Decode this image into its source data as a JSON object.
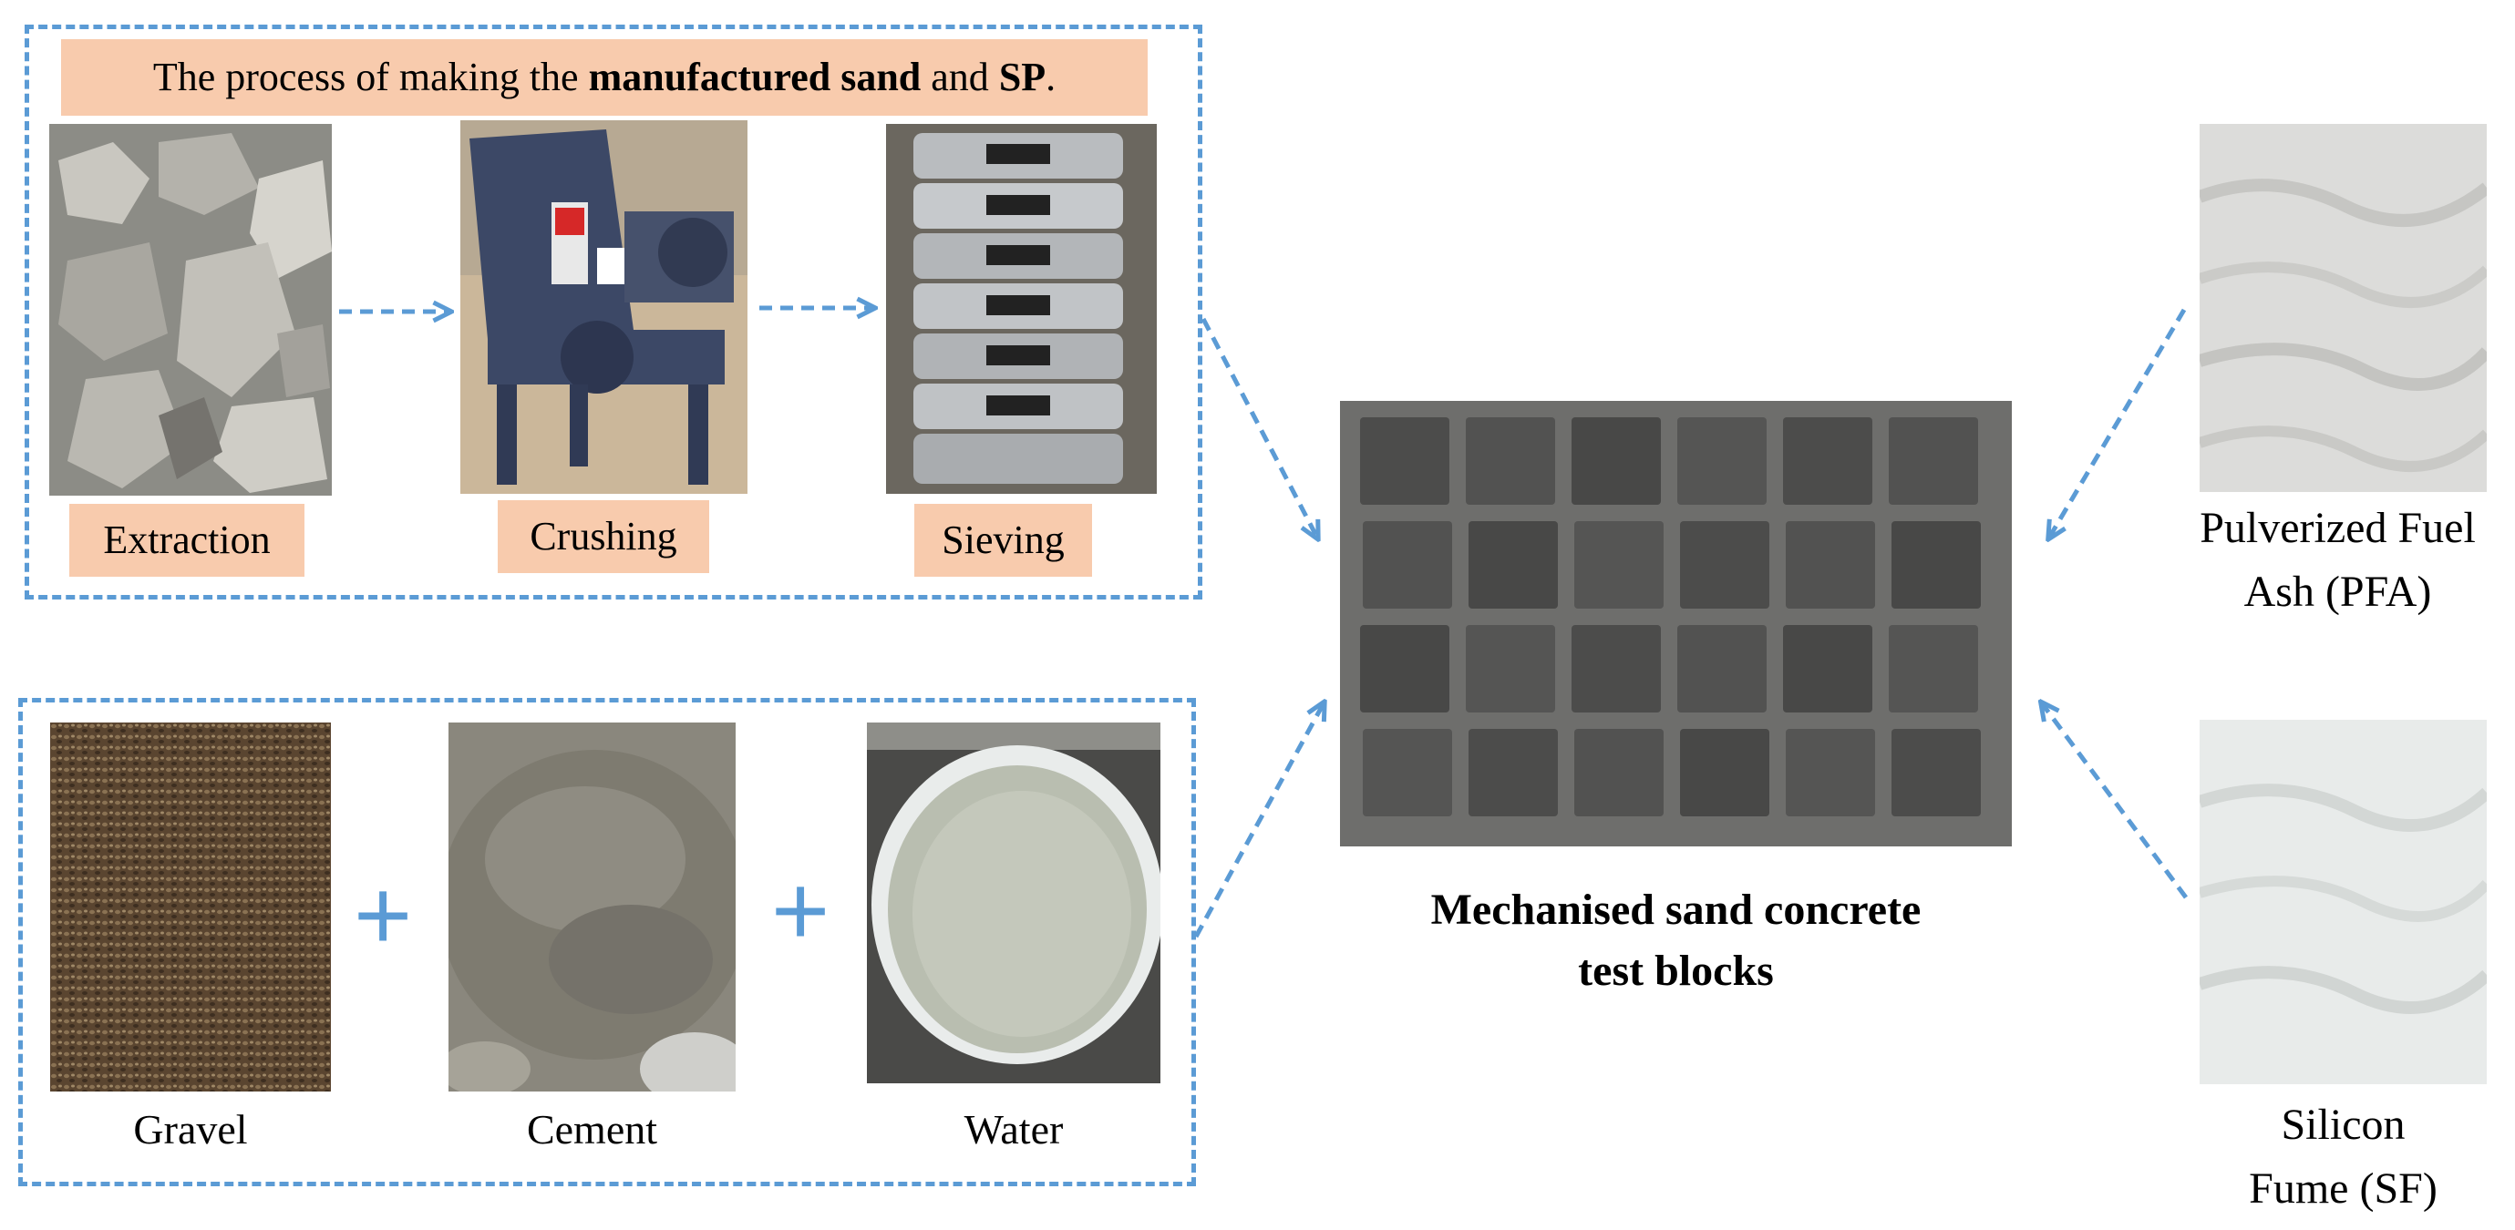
{
  "process": {
    "title_prefix": "The process of making the ",
    "title_bold1": "manufactured sand",
    "title_mid": " and ",
    "title_bold2": "SP",
    "title_suffix": ".",
    "steps": [
      {
        "label": "Extraction"
      },
      {
        "label": "Crushing"
      },
      {
        "label": "Sieving"
      }
    ]
  },
  "ingredients": {
    "items": [
      {
        "label": "Gravel"
      },
      {
        "label": "Cement"
      },
      {
        "label": "Water"
      }
    ],
    "plus_symbol": "+"
  },
  "result": {
    "line1": "Mechanised sand concrete",
    "line2": "test blocks"
  },
  "additives": {
    "pfa_line1": "Pulverized Fuel",
    "pfa_line2": "Ash (PFA)",
    "sf_line1": "Silicon",
    "sf_line2": "Fume (SF)"
  },
  "colors": {
    "accent_blue": "#5b9bd5",
    "label_peach": "#f8cbad"
  }
}
